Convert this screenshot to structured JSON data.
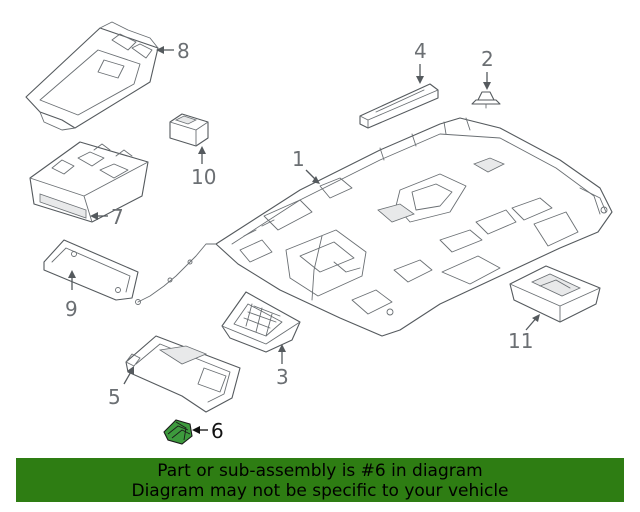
{
  "callouts": [
    {
      "id": "1",
      "label": "1"
    },
    {
      "id": "2",
      "label": "2"
    },
    {
      "id": "3",
      "label": "3"
    },
    {
      "id": "4",
      "label": "4"
    },
    {
      "id": "5",
      "label": "5"
    },
    {
      "id": "6",
      "label": "6",
      "highlighted": true
    },
    {
      "id": "7",
      "label": "7"
    },
    {
      "id": "8",
      "label": "8"
    },
    {
      "id": "9",
      "label": "9"
    },
    {
      "id": "10",
      "label": "10"
    },
    {
      "id": "11",
      "label": "11"
    }
  ],
  "banner": {
    "line1": "Part or sub-assembly is #6 in diagram",
    "line2": "Diagram may not be specific to your vehicle"
  },
  "colors": {
    "banner_bg": "#2e7d13",
    "highlight_part": "#3d9a3d",
    "line_art": "#555a5e"
  }
}
